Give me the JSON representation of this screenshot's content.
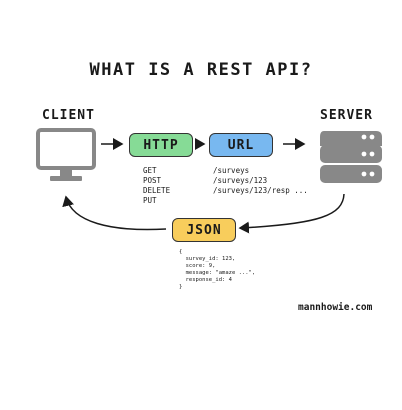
{
  "title": "WHAT IS A REST API?",
  "client_label": "CLIENT",
  "server_label": "SERVER",
  "http_label": "HTTP",
  "url_label": "URL",
  "json_label": "JSON",
  "methods": [
    "GET",
    "POST",
    "DELETE",
    "PUT"
  ],
  "urls": [
    "/surveys",
    "/surveys/123",
    "/surveys/123/resp ..."
  ],
  "json_lines": [
    "{",
    "  survey_id: 123,",
    "  score: 9,",
    "  message: \"amaze ...\",",
    "  response_id: 4",
    "}"
  ],
  "credit": "mannhowie.com",
  "colors": {
    "http": "#86db96",
    "url": "#78b8f0",
    "json": "#f8cd5c",
    "icon": "#888888",
    "ink": "#1a1a1a"
  },
  "icons": [
    "monitor-icon",
    "server-icon"
  ]
}
